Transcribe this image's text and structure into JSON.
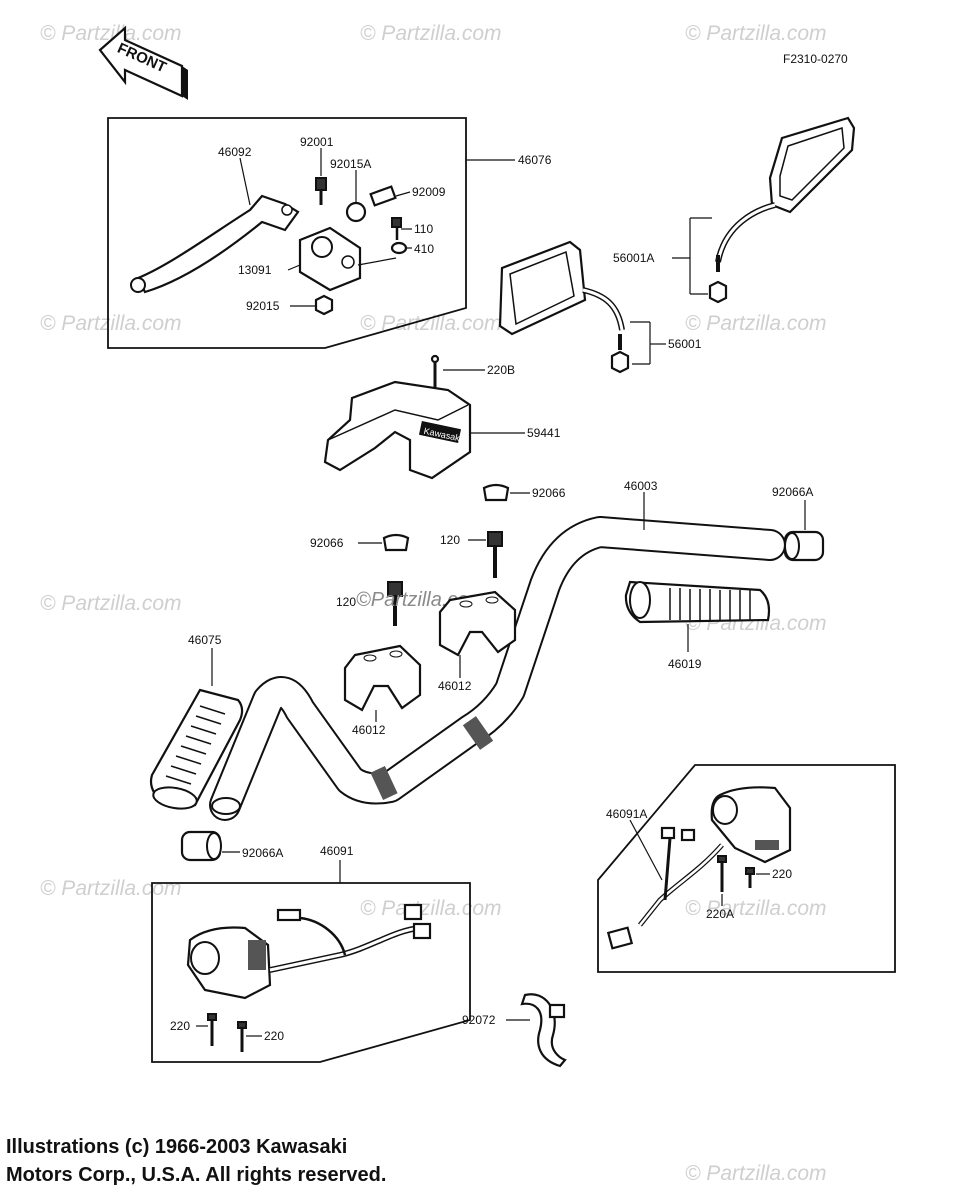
{
  "figure_code": "F2310-0270",
  "front_label": "FRONT",
  "brand_on_part": "Kawasaki",
  "watermark": {
    "text": "© Partzilla.com",
    "center_text": "©Partzilla.com"
  },
  "copyright": {
    "line1": "Illustrations (c) 1966-2003 Kawasaki",
    "line2": "Motors Corp., U.S.A.  All rights reserved."
  },
  "callouts": {
    "p46092": "46092",
    "p92001": "92001",
    "p92015A": "92015A",
    "p92009": "92009",
    "p46076": "46076",
    "p110": "110",
    "p410": "410",
    "p13091": "13091",
    "p92015": "92015",
    "p56001A": "56001A",
    "p56001": "56001",
    "p220B": "220B",
    "p59441": "59441",
    "p92066_top": "92066",
    "p46003": "46003",
    "p92066A_right": "92066A",
    "p92066_left": "92066",
    "p120_a": "120",
    "p120_b": "120",
    "p46019": "46019",
    "p46075": "46075",
    "p46012_right": "46012",
    "p46012_left": "46012",
    "p46091A": "46091A",
    "p220_right": "220",
    "p220A": "220A",
    "p92066A_left": "92066A",
    "p46091": "46091",
    "p220_left_a": "220",
    "p220_left_b": "220",
    "p92072": "92072"
  }
}
